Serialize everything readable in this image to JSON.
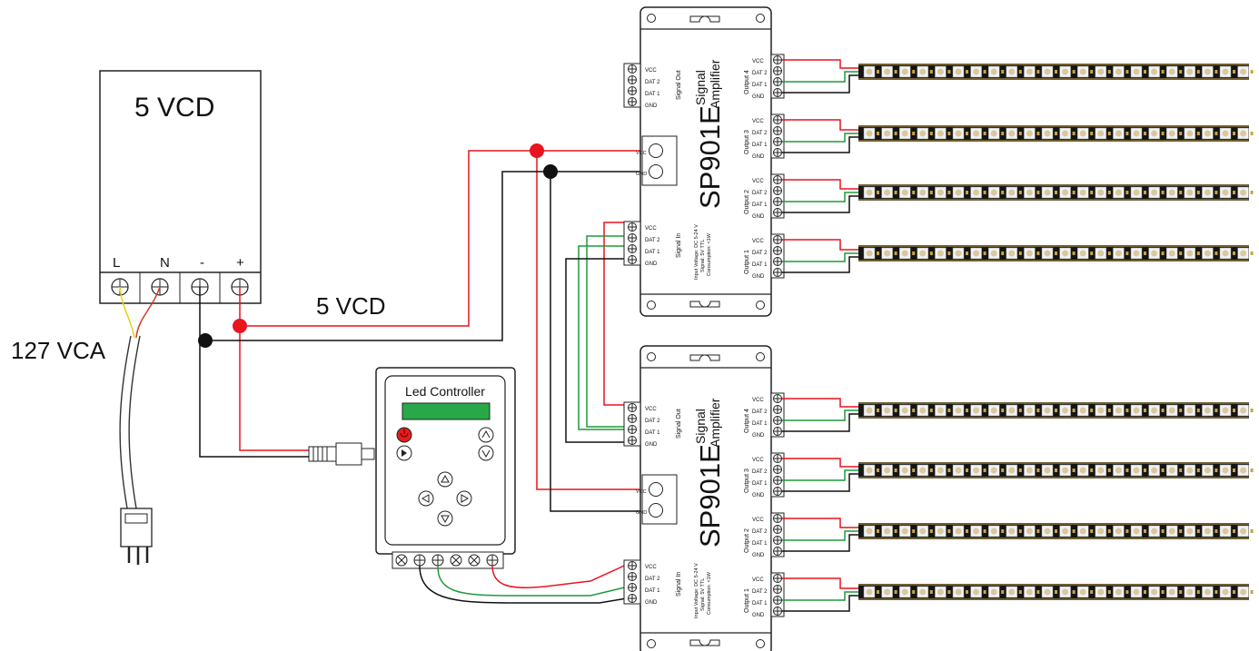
{
  "power_supply": {
    "output_label": "5 VCD",
    "terminals": [
      "L",
      "N",
      "-",
      "+"
    ],
    "input_label": "127 VCA"
  },
  "wiring": {
    "dc_label": "5 VCD",
    "colors": {
      "positive": "#e8141e",
      "ground": "#111111",
      "data1": "#1f9a3a",
      "data2": "#c8141e",
      "strip": "#151515"
    }
  },
  "controller": {
    "title": "Led Controller",
    "buttons": [
      "power-icon",
      "play-pause-icon",
      "speed-up-icon",
      "speed-down-icon",
      "up-arrow-icon",
      "left-arrow-icon",
      "right-arrow-icon",
      "down-arrow-icon"
    ]
  },
  "amplifiers": [
    {
      "model": "SP901E",
      "title_line1": "Signal",
      "title_line2": "Amplifier",
      "signal_out_label": "Signal Out",
      "signal_in_label": "Signal In",
      "pins": [
        "VCC",
        "DAT 2",
        "DAT 1",
        "GND"
      ],
      "power_pins": [
        "VCC",
        "GND"
      ],
      "spec_lines": [
        "Input Voltage: DC 5-24 V",
        "Signal: 5V TTL",
        "Consumption: <1W"
      ],
      "outputs": [
        "Output 4",
        "Output 3",
        "Output 2",
        "Output 1"
      ]
    },
    {
      "model": "SP901E",
      "title_line1": "Signal",
      "title_line2": "Amplifier",
      "signal_out_label": "Signal Out",
      "signal_in_label": "Signal In",
      "pins": [
        "VCC",
        "DAT 2",
        "DAT 1",
        "GND"
      ],
      "power_pins": [
        "VCC",
        "GND"
      ],
      "spec_lines": [
        "Input Voltage: DC 5-24 V",
        "Signal: 5V TTL",
        "Consumption: <1W"
      ],
      "outputs": [
        "Output 4",
        "Output 3",
        "Output 2",
        "Output 1"
      ]
    }
  ],
  "led_strips": [
    "strip-1",
    "strip-2",
    "strip-3",
    "strip-4",
    "strip-5",
    "strip-6",
    "strip-7",
    "strip-8"
  ]
}
